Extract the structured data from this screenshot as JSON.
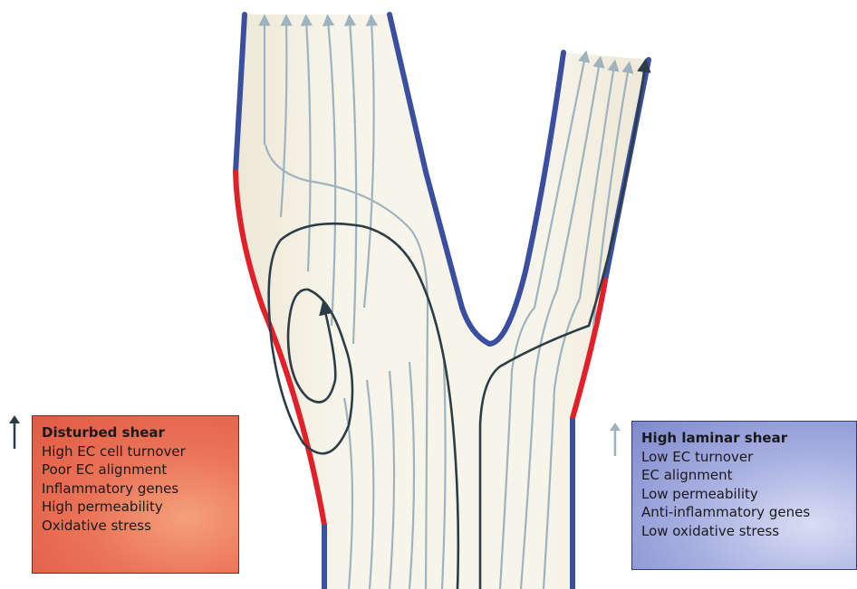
{
  "disturbed_box": {
    "title": "Disturbed shear",
    "items": [
      "High EC cell turnover",
      "Poor EC alignment",
      "Inflammatory genes",
      "High permeability",
      "Oxidative stress"
    ],
    "arrow_color": "#2d3d48"
  },
  "laminar_box": {
    "title": "High laminar shear",
    "items": [
      "Low EC turnover",
      "EC alignment",
      "Low permeability",
      "Anti-inflammatory genes",
      "Low oxidative stress"
    ],
    "arrow_color": "#9fb3be"
  },
  "colors": {
    "vessel_fill": "#f5f2e6",
    "wall_blue": "#3b4fa0",
    "wall_red": "#e2202a",
    "flow_light": "#9fb3be",
    "flow_dark": "#2d3d48"
  }
}
